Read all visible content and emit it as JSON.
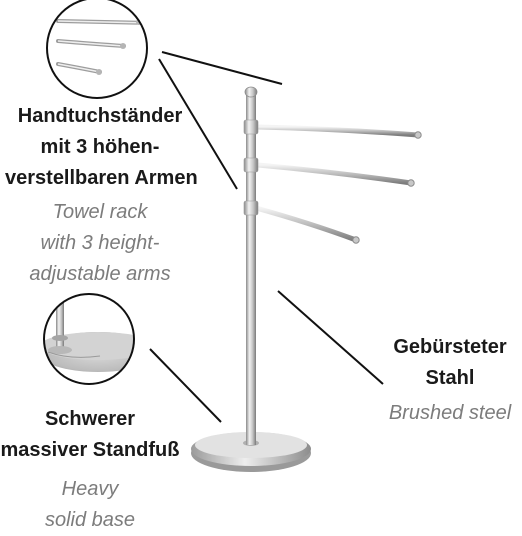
{
  "labels": {
    "arms_de": [
      "Handtuchständer",
      "mit 3 höhen-",
      "verstellbaren Armen"
    ],
    "arms_en": [
      "Towel rack",
      "with 3 height-",
      "adjustable arms"
    ],
    "steel_de": [
      "Gebürsteter",
      "Stahl"
    ],
    "steel_en": [
      "Brushed steel"
    ],
    "base_de": [
      "Schwerer",
      "massiver Standfuß"
    ],
    "base_en": [
      "Heavy",
      "solid base"
    ]
  },
  "colors": {
    "german_text": "#1a1a1a",
    "english_text": "#7c7c7c",
    "leader_line": "#111111",
    "steel_light": "#f2f2f2",
    "steel_mid": "#c4c4c4",
    "steel_dark": "#8a8a8a"
  }
}
